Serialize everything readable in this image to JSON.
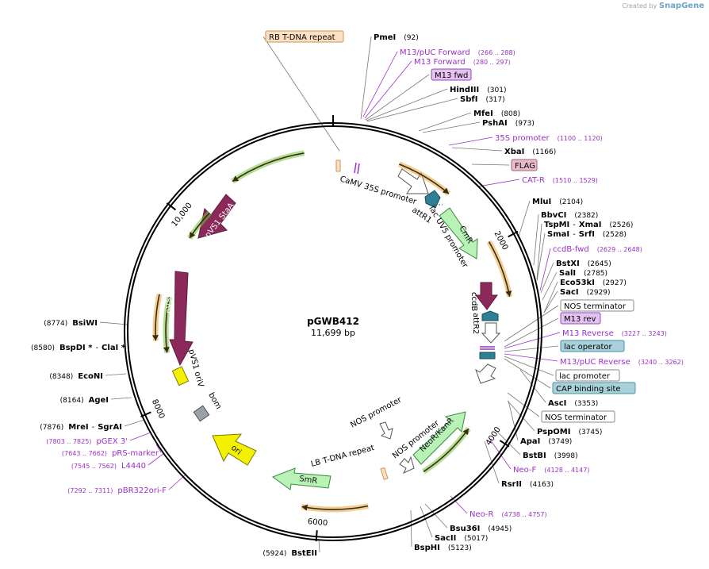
{
  "app": {
    "credit_prefix": "Created by",
    "credit_brand": "SnapGene"
  },
  "plasmid": {
    "name": "pGWB412",
    "length_text": "11,699 bp",
    "length": 11699
  },
  "ticks": [
    {
      "pos": 2000,
      "label": "2000"
    },
    {
      "pos": 4000,
      "label": "4000"
    },
    {
      "pos": 6000,
      "label": "6000"
    },
    {
      "pos": 8000,
      "label": "8000"
    },
    {
      "pos": 10000,
      "label": "10,000"
    }
  ],
  "site_labels": [
    {
      "name": "RB T-DNA repeat",
      "kind": "feature",
      "fill": "#fde0c2",
      "stroke": "#c8955a"
    },
    {
      "name": "PmeI",
      "coord": "(92)",
      "kind": "enzyme"
    },
    {
      "name": "M13/pUC Forward",
      "coord": "(266 .. 288)",
      "kind": "primer"
    },
    {
      "name": "M13 Forward",
      "coord": "(280 .. 297)",
      "kind": "primer"
    },
    {
      "name": "M13 fwd",
      "kind": "feature",
      "fill": "#e4c2f2",
      "stroke": "#8f4bb0"
    },
    {
      "name": "HindIII",
      "coord": "(301)",
      "kind": "enzyme"
    },
    {
      "name": "SbfI",
      "coord": "(317)",
      "kind": "enzyme"
    },
    {
      "name": "MfeI",
      "coord": "(808)",
      "kind": "enzyme"
    },
    {
      "name": "PshAI",
      "coord": "(973)",
      "kind": "enzyme"
    },
    {
      "name": "35S promoter",
      "coord": "(1100 .. 1120)",
      "kind": "primer"
    },
    {
      "name": "XbaI",
      "coord": "(1166)",
      "kind": "enzyme"
    },
    {
      "name": "FLAG",
      "kind": "feature",
      "fill": "#e6bccb",
      "stroke": "#a06278"
    },
    {
      "name": "CAT-R",
      "coord": "(1510 .. 1529)",
      "kind": "primer"
    },
    {
      "name": "MluI",
      "coord": "(2104)",
      "kind": "enzyme"
    },
    {
      "name": "BbvCI",
      "coord": "(2382)",
      "kind": "enzyme"
    },
    {
      "name": "TspMI",
      "name2": "XmaI",
      "coord": "(2526)",
      "kind": "enzyme2"
    },
    {
      "name": "SmaI",
      "name2": "SrfI",
      "coord": "(2528)",
      "kind": "enzyme2"
    },
    {
      "name": "ccdB-fwd",
      "coord": "(2629 .. 2648)",
      "kind": "primer"
    },
    {
      "name": "BstXI",
      "coord": "(2645)",
      "kind": "enzyme"
    },
    {
      "name": "SalI",
      "coord": "(2785)",
      "kind": "enzyme"
    },
    {
      "name": "Eco53kI",
      "coord": "(2927)",
      "kind": "enzyme"
    },
    {
      "name": "SacI",
      "coord": "(2929)",
      "kind": "enzyme"
    },
    {
      "name": "NOS terminator",
      "kind": "feature",
      "fill": "#ffffff",
      "stroke": "#888888"
    },
    {
      "name": "M13 rev",
      "kind": "feature",
      "fill": "#e4c2f2",
      "stroke": "#8f4bb0"
    },
    {
      "name": "M13 Reverse",
      "coord": "(3227 .. 3243)",
      "kind": "primer"
    },
    {
      "name": "lac operator",
      "kind": "feature",
      "fill": "#a9d1dc",
      "stroke": "#4d8ea0"
    },
    {
      "name": "M13/pUC Reverse",
      "coord": "(3240 .. 3262)",
      "kind": "primer"
    },
    {
      "name": "lac promoter",
      "kind": "feature",
      "fill": "#ffffff",
      "stroke": "#888888"
    },
    {
      "name": "CAP binding site",
      "kind": "feature",
      "fill": "#a9d1dc",
      "stroke": "#4d8ea0"
    },
    {
      "name": "AscI",
      "coord": "(3353)",
      "kind": "enzyme"
    },
    {
      "name": "NOS terminator",
      "kind": "feature",
      "fill": "#ffffff",
      "stroke": "#888888"
    },
    {
      "name": "PspOMI",
      "coord": "(3745)",
      "kind": "enzyme"
    },
    {
      "name": "ApaI",
      "coord": "(3749)",
      "kind": "enzyme"
    },
    {
      "name": "BstBI",
      "coord": "(3998)",
      "kind": "enzyme"
    },
    {
      "name": "Neo-F",
      "coord": "(4128 .. 4147)",
      "kind": "primer"
    },
    {
      "name": "RsrII",
      "coord": "(4163)",
      "kind": "enzyme"
    },
    {
      "name": "Neo-R",
      "coord": "(4738 .. 4757)",
      "kind": "primer"
    },
    {
      "name": "Bsu36I",
      "coord": "(4945)",
      "kind": "enzyme"
    },
    {
      "name": "SacII",
      "coord": "(5017)",
      "kind": "enzyme"
    },
    {
      "name": "BspHI",
      "coord": "(5123)",
      "kind": "enzyme"
    },
    {
      "name": "BstEII",
      "coord": "(5924)",
      "kind": "enzyme"
    },
    {
      "name": "pBR322ori-F",
      "coord": "(7292 .. 7311)",
      "kind": "primer"
    },
    {
      "name": "L4440",
      "coord": "(7545 .. 7562)",
      "kind": "primer"
    },
    {
      "name": "pRS-marker",
      "coord": "(7643 .. 7662)",
      "kind": "primer"
    },
    {
      "name": "pGEX 3'",
      "coord": "(7803 .. 7825)",
      "kind": "primer"
    },
    {
      "name": "MreI",
      "name2": "SgrAI",
      "coord": "(7876)",
      "kind": "enzyme2"
    },
    {
      "name": "AgeI",
      "coord": "(8164)",
      "kind": "enzyme"
    },
    {
      "name": "EcoNI",
      "coord": "(8348)",
      "kind": "enzyme"
    },
    {
      "name": "BspDI *",
      "name2": "ClaI *",
      "coord": "(8580)",
      "kind": "enzyme2"
    },
    {
      "name": "BsiWI",
      "coord": "(8774)",
      "kind": "enzyme"
    }
  ],
  "inner_labels": [
    {
      "text": "CaMV 35S promoter"
    },
    {
      "text": "attR1"
    },
    {
      "text": "lac UV5 promoter"
    },
    {
      "text": "CmR"
    },
    {
      "text": "ccdB"
    },
    {
      "text": "attR2"
    },
    {
      "text": "NOS promoter"
    },
    {
      "text": "NOS promoter"
    },
    {
      "text": "NeoR/KanR"
    },
    {
      "text": "LB T-DNA repeat"
    },
    {
      "text": "SmR"
    },
    {
      "text": "ori"
    },
    {
      "text": "bom"
    },
    {
      "text": "pVS1 oriV"
    },
    {
      "text": "pVS1 RepA"
    },
    {
      "text": "pVS1 StaA"
    }
  ],
  "colors": {
    "backbone": "#000000",
    "enzyme_text": "#000000",
    "primer": "#9b30c8",
    "orf_orange": "#e9a83a",
    "orf_green": "#72c43a",
    "marker_green": "#b8f2b6",
    "repa_maroon": "#8b2a5a",
    "att_teal": "#2f7f95",
    "yellow": "#f3f000",
    "gray": "#9aa0a8"
  }
}
